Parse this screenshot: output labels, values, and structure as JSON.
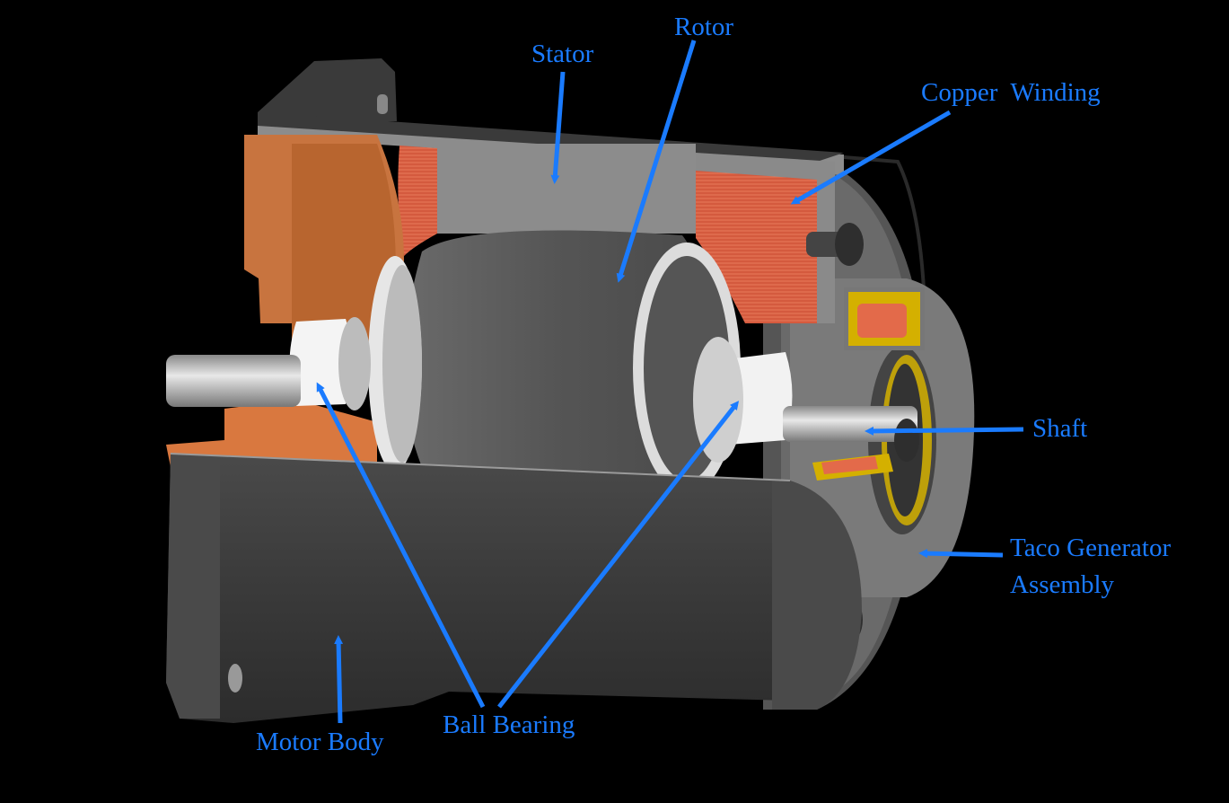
{
  "diagram": {
    "subject": "DC motor with tachogenerator, cutaway view",
    "accent_color": "#1a7bff",
    "background_color": "#000000",
    "part_colors": {
      "body": "#3a3a3a",
      "stator": "#8c8c8c",
      "rotor": "#5a5a5a",
      "end_cap": "#c8743f",
      "winding": "#d9553b",
      "bearing": "#f2f2f2",
      "shaft": "#c0c0c0",
      "taco_coil": "#d4b000"
    },
    "labels": {
      "stator": "Stator",
      "rotor": "Rotor",
      "copper_winding": "Copper  Winding",
      "shaft": "Shaft",
      "taco_line1": "Taco Generator",
      "taco_line2": "Assembly",
      "motor_body": "Motor Body",
      "ball_bearing": "Ball Bearing"
    }
  }
}
